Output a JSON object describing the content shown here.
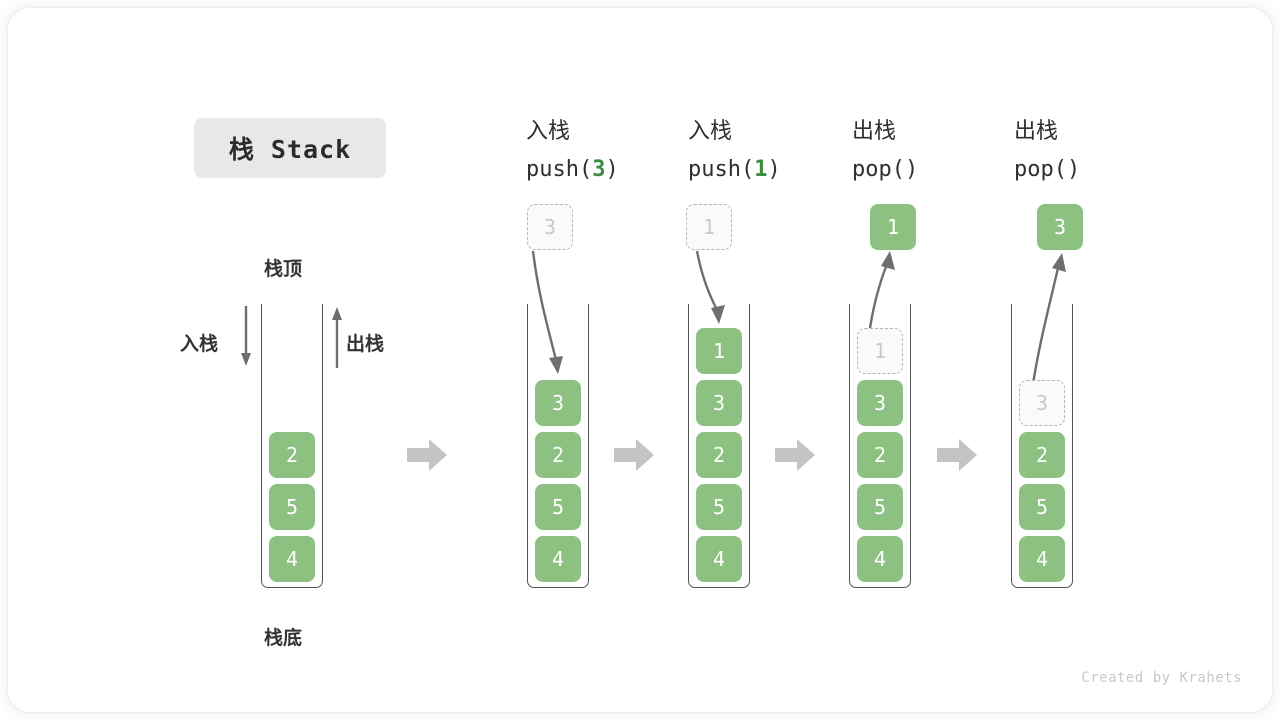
{
  "title": {
    "text": "栈 Stack"
  },
  "legend": {
    "top_label": "栈顶",
    "bottom_label": "栈底",
    "push_label": "入栈",
    "pop_label": "出栈"
  },
  "credit": "Created by Krahets",
  "colors": {
    "cell_fill": "#8cc182",
    "cell_text": "#ffffff",
    "ghost_fill": "#fafafa",
    "ghost_border": "#b5b5b5",
    "ghost_text": "#c9c9c9",
    "arrow_gray": "#c4c4c4",
    "thin_arrow": "#6e6e6e",
    "accent_green": "#3d8b40",
    "badge_bg": "#e8e8e8",
    "text": "#333333"
  },
  "steps": [
    {
      "id": "initial",
      "op_cn": "",
      "op_code": "",
      "op_arg": "",
      "external": null,
      "cells": [
        {
          "value": "2",
          "state": "filled"
        },
        {
          "value": "5",
          "state": "filled"
        },
        {
          "value": "4",
          "state": "filled"
        }
      ]
    },
    {
      "id": "push-3",
      "op_cn": "入栈",
      "op_code_prefix": "push(",
      "op_arg": "3",
      "op_code_suffix": ")",
      "external": {
        "value": "3",
        "state": "ghost",
        "direction": "down"
      },
      "cells": [
        {
          "value": "3",
          "state": "filled"
        },
        {
          "value": "2",
          "state": "filled"
        },
        {
          "value": "5",
          "state": "filled"
        },
        {
          "value": "4",
          "state": "filled"
        }
      ]
    },
    {
      "id": "push-1",
      "op_cn": "入栈",
      "op_code_prefix": "push(",
      "op_arg": "1",
      "op_code_suffix": ")",
      "external": {
        "value": "1",
        "state": "ghost",
        "direction": "down"
      },
      "cells": [
        {
          "value": "1",
          "state": "filled"
        },
        {
          "value": "3",
          "state": "filled"
        },
        {
          "value": "2",
          "state": "filled"
        },
        {
          "value": "5",
          "state": "filled"
        },
        {
          "value": "4",
          "state": "filled"
        }
      ]
    },
    {
      "id": "pop-1",
      "op_cn": "出栈",
      "op_code_prefix": "pop(",
      "op_arg": "",
      "op_code_suffix": ")",
      "external": {
        "value": "1",
        "state": "filled",
        "direction": "up"
      },
      "cells": [
        {
          "value": "1",
          "state": "ghost"
        },
        {
          "value": "3",
          "state": "filled"
        },
        {
          "value": "2",
          "state": "filled"
        },
        {
          "value": "5",
          "state": "filled"
        },
        {
          "value": "4",
          "state": "filled"
        }
      ]
    },
    {
      "id": "pop-2",
      "op_cn": "出栈",
      "op_code_prefix": "pop(",
      "op_arg": "",
      "op_code_suffix": ")",
      "external": {
        "value": "3",
        "state": "filled",
        "direction": "up"
      },
      "cells": [
        {
          "value": "3",
          "state": "ghost"
        },
        {
          "value": "2",
          "state": "filled"
        },
        {
          "value": "5",
          "state": "filled"
        },
        {
          "value": "4",
          "state": "filled"
        }
      ]
    }
  ]
}
